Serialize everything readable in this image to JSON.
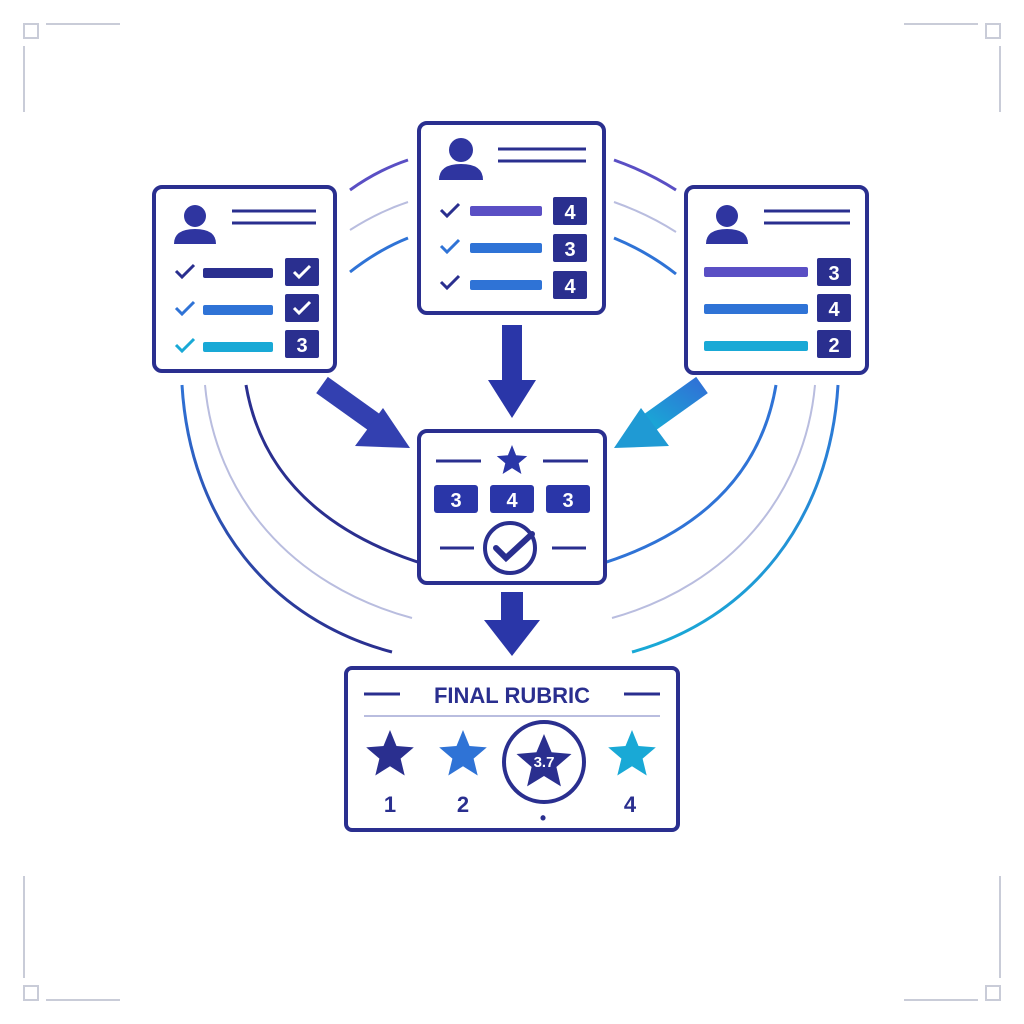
{
  "colors": {
    "navy": "#2a2f8f",
    "indigo": "#4b45b8",
    "violet": "#5a4fc4",
    "blue": "#2f73d6",
    "cyan": "#19a9d6",
    "light_arc": "#b9bddf",
    "frame": "#c9ccd8"
  },
  "reviewers": [
    {
      "position": "left",
      "scores": [
        "check",
        "check",
        "3"
      ]
    },
    {
      "position": "center",
      "scores": [
        "4",
        "3",
        "4"
      ]
    },
    {
      "position": "right",
      "scores": [
        "3",
        "4",
        "2"
      ]
    }
  ],
  "aggregator": {
    "scores": [
      "3",
      "4",
      "3"
    ]
  },
  "final": {
    "title": "FINAL RUBRIC",
    "items": [
      {
        "label": "1",
        "icon": "star-icon"
      },
      {
        "label": "2",
        "icon": "star-icon"
      },
      {
        "label": "•",
        "icon": "star-badge-icon",
        "value": "3.7"
      },
      {
        "label": "4",
        "icon": "star-icon"
      }
    ]
  }
}
